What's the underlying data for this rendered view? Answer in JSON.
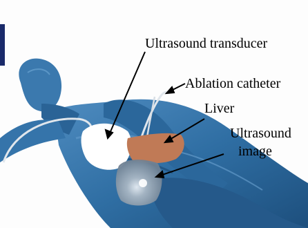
{
  "labels": {
    "ultrasound_transducer": "Ultrasound transducer",
    "ablation_catheter": "Ablation catheter",
    "liver": "Liver",
    "ultrasound_image_line1": "Ultrasound",
    "ultrasound_image_line2": "image"
  },
  "colors": {
    "body_blue": "#2f6ea3",
    "liver_orange": "#c07a56",
    "transducer_white": "#ffffff",
    "image_gray": "#a9b7c4"
  }
}
